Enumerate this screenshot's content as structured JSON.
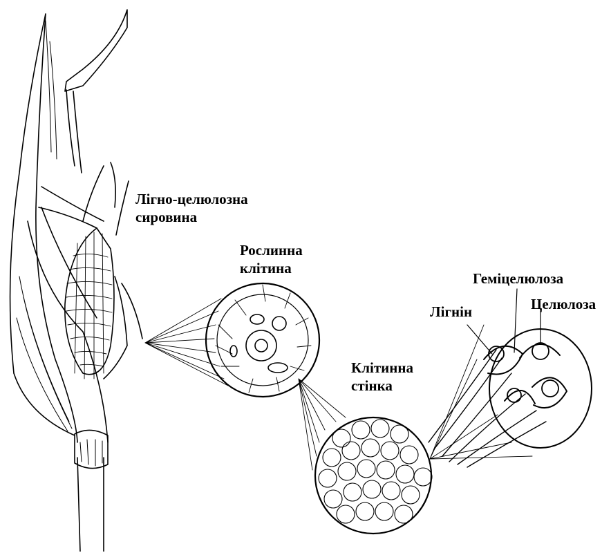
{
  "labels": {
    "raw_material_line1": "Лігно-целюлозна",
    "raw_material_line2": "сировина",
    "plant_cell_line1": "Рослинна",
    "plant_cell_line2": "клітина",
    "cell_wall_line1": "Клітинна",
    "cell_wall_line2": "стінка",
    "hemicellulose": "Геміцелюлоза",
    "lignin": "Лігнін",
    "cellulose": "Целюлоза"
  },
  "colors": {
    "ink": "#000000",
    "paper": "#ffffff"
  }
}
